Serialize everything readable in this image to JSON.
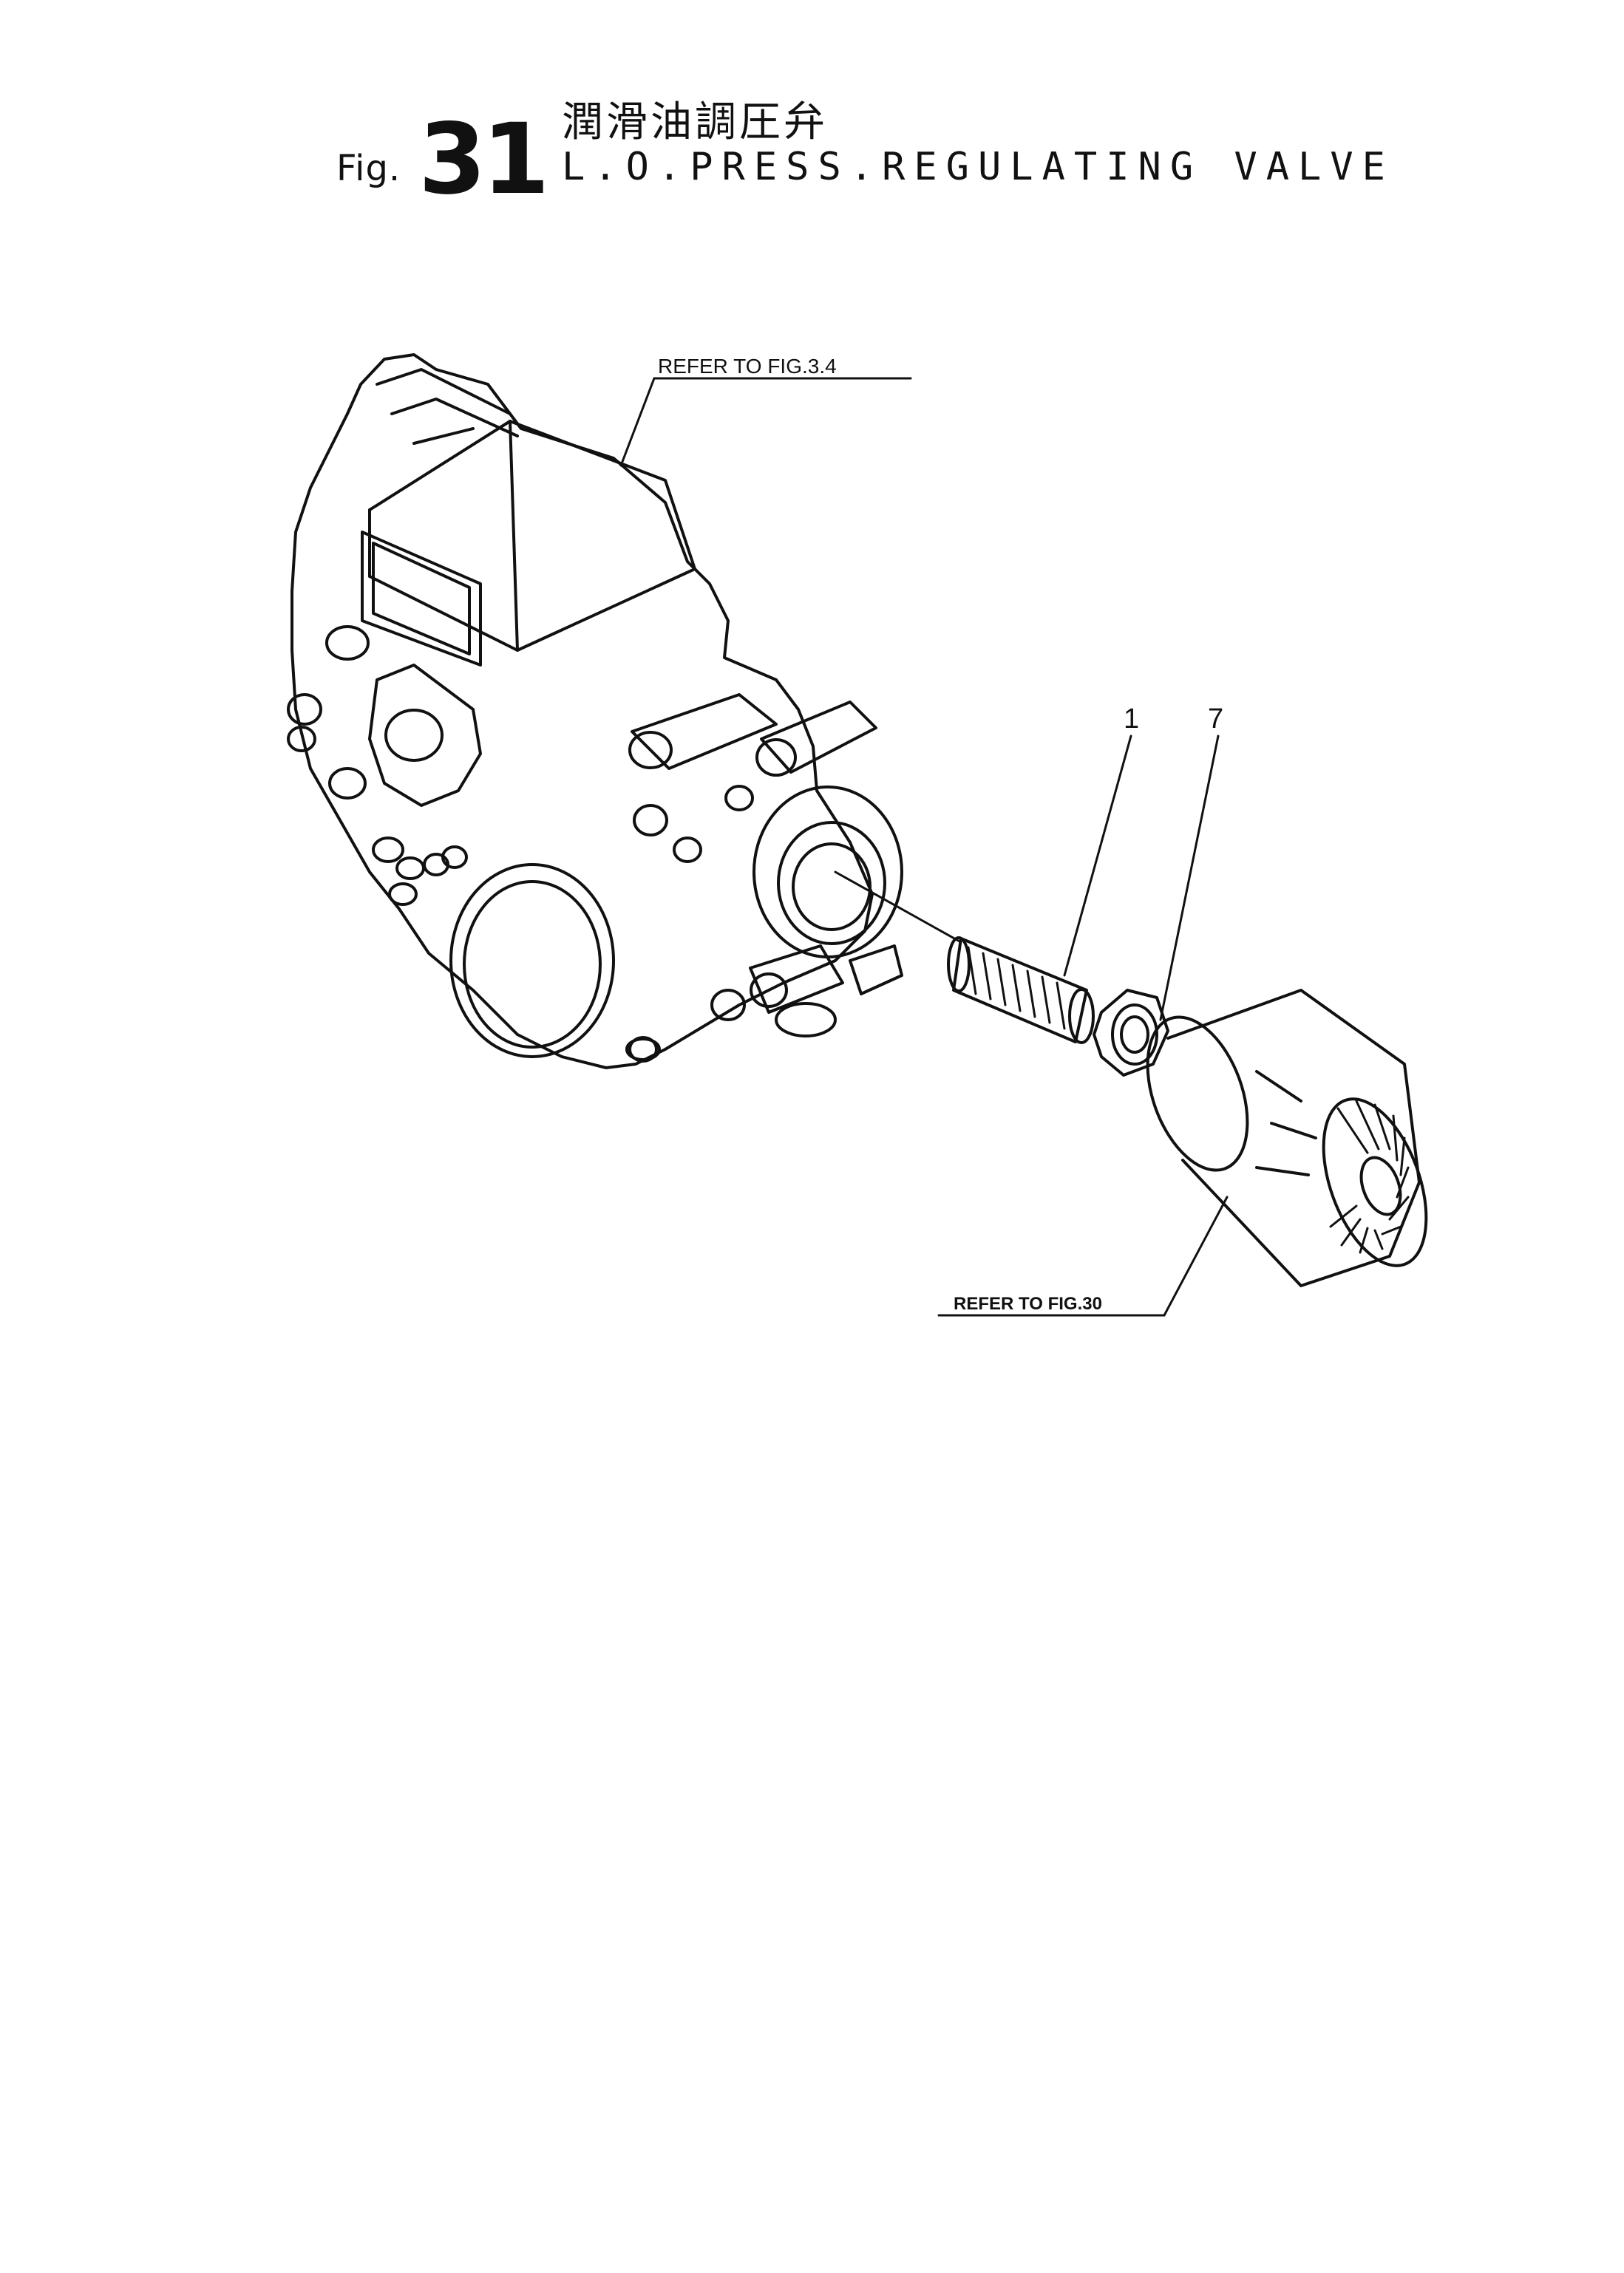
{
  "header": {
    "fig_prefix": "Fig.",
    "fig_number": "31",
    "title_jp": "潤滑油調圧弁",
    "title_en": "L.O.PRESS.REGULATING VALVE"
  },
  "diagram": {
    "refer_upper": "REFER TO FIG.3.4",
    "refer_lower": "REFER TO FIG.30",
    "callouts": [
      "1",
      "7"
    ]
  }
}
